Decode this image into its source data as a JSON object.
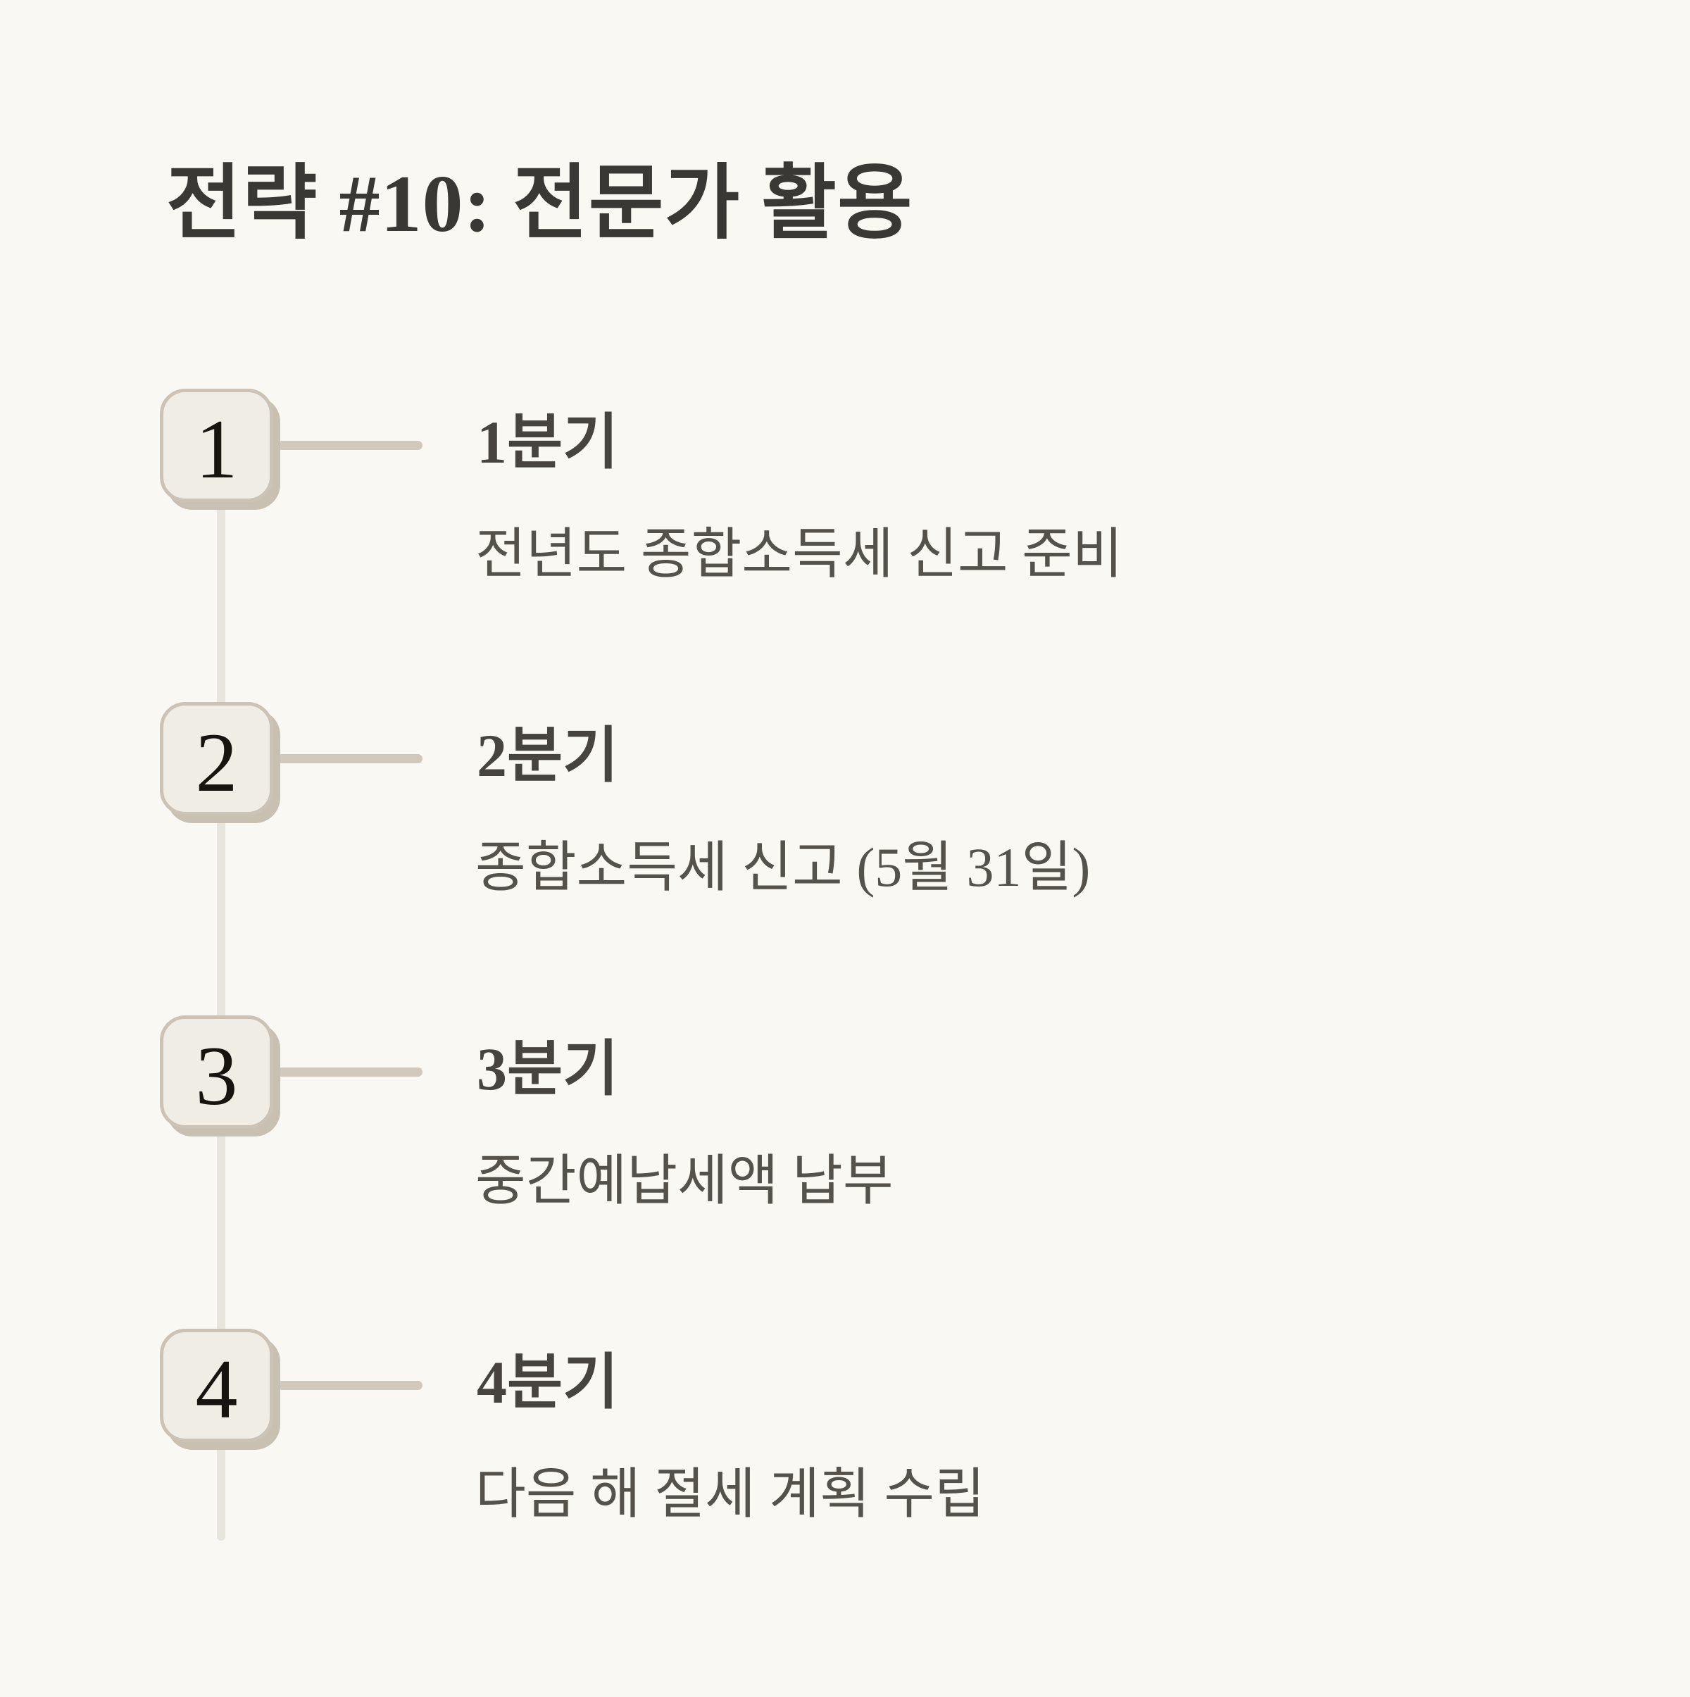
{
  "title": "전략 #10: 전문가 활용",
  "timeline": {
    "items": [
      {
        "number": "1",
        "label": "1분기",
        "description": "전년도 종합소득세 신고 준비"
      },
      {
        "number": "2",
        "label": "2분기",
        "description": "종합소득세 신고 (5월 31일)"
      },
      {
        "number": "3",
        "label": "3분기",
        "description": "중간예납세액 납부"
      },
      {
        "number": "4",
        "label": "4분기",
        "description": "다음 해 절세 계획 수립"
      }
    ]
  },
  "colors": {
    "background": "#faf8f2",
    "title_text": "#3a3835",
    "box_fill": "#f0ede5",
    "box_border": "#cbc4b6",
    "box_shadow": "#c8c1b2",
    "number_text": "#17140f",
    "connector_line": "#d0c9bc",
    "spine_line": "#e8e5dd",
    "heading_text": "#474440",
    "description_text": "#55514b"
  }
}
